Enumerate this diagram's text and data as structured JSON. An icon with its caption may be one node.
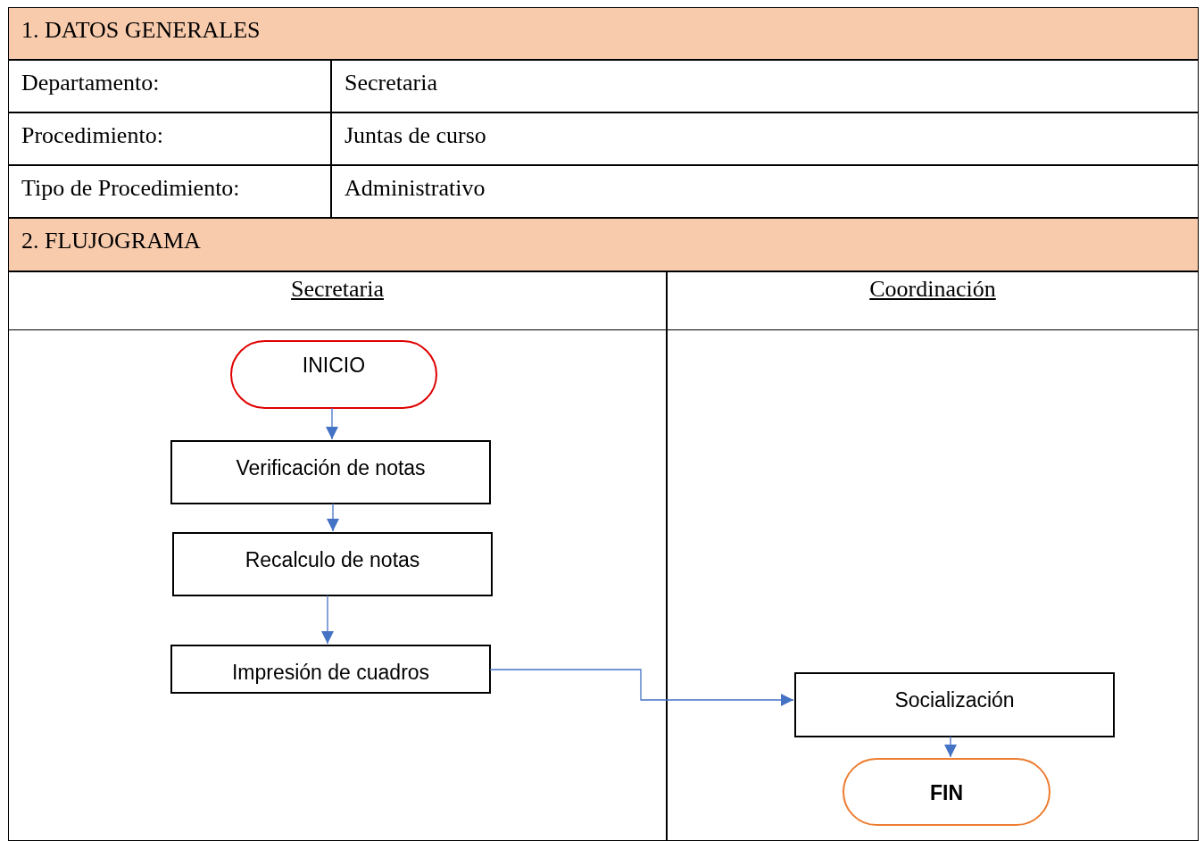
{
  "diagram": {
    "nodes": [
      {
        "text": [
          "Secretaria"
        ]
      },
      {
        "text": [
          "INICIO"
        ],
        "in": 0
      },
      {
        "text": [
          "Verificación de notas"
        ],
        "in": 0
      },
      {
        "text": [
          "Recalculo de notas"
        ],
        "in": 0
      },
      {
        "text": [
          "Impresión de cuadros"
        ],
        "in": 0
      },
      {
        "text": [
          "Coordinación"
        ]
      },
      {
        "text": [
          "Socialización"
        ],
        "in": 5
      },
      {
        "text": [
          "FIN"
        ],
        "in": 5
      }
    ],
    "edges": [
      {
        "from": 1,
        "to": 2,
        "arrow": "to"
      },
      {
        "from": 2,
        "to": 3,
        "arrow": "to"
      },
      {
        "from": 3,
        "to": 4,
        "arrow": "to"
      },
      {
        "from": 4,
        "to": 6,
        "arrow": "to"
      },
      {
        "from": 6,
        "to": 7,
        "arrow": "to"
      }
    ],
    "labels": [
      "1. DATOS GENERALES",
      "Departamento:",
      "Secretaria",
      "Procedimiento:",
      "Juntas de curso",
      "Tipo de Procedimiento:",
      "Administrativo",
      "2. FLUJOGRAMA"
    ]
  }
}
